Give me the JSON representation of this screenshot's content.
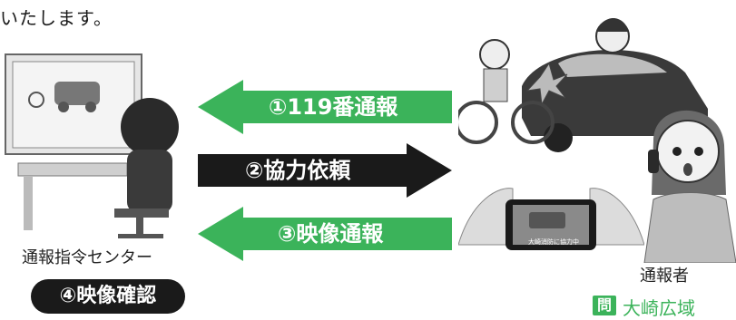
{
  "header": {
    "text": "いたします。"
  },
  "arrows": {
    "report": {
      "label": "①119番通報"
    },
    "request": {
      "label": "②協力依頼"
    },
    "video": {
      "label": "③映像通報"
    }
  },
  "center": {
    "label": "通報指令センター",
    "confirm_label": "④映像確認"
  },
  "reporter": {
    "label": "通報者"
  },
  "contact": {
    "icon_text": "問",
    "text": "大崎広域"
  },
  "phone_screen": {
    "caption": "大崎消防に協力中"
  },
  "colors": {
    "green": "#3bb35a",
    "black": "#1a1a1a",
    "gray": "#9a9a9a"
  }
}
